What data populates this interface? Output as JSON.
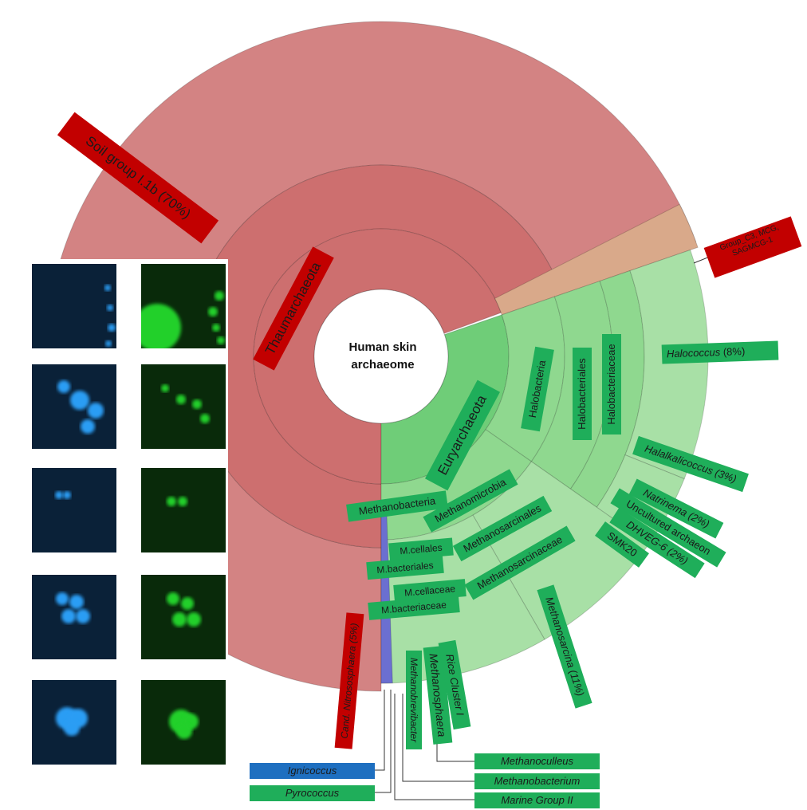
{
  "center": {
    "line1": "Human skin",
    "line2": "archaeome"
  },
  "colors": {
    "thaum_outer": "#d38383",
    "thaum_inner": "#cd6f6f",
    "eury_inner": "#6fcd78",
    "eury_mid": "#8fd88f",
    "eury_outer": "#a8e0a6",
    "other_group": "#d9a98a",
    "label_green": "#1fae5a",
    "label_red": "#c20000",
    "label_blue": "#1e6fc0",
    "dapi_blue": "#2a9df4",
    "fish_green": "#22d02a"
  },
  "labels": {
    "soil": "Soil group I.1b (70%)",
    "thaum": "Thaumarchaeota",
    "group_c3_line1": "Group_C3, MCG,",
    "group_c3_line2": "SAGMCG-1",
    "eury": "Euryarchaeota",
    "halobacteria": "Halobacteria",
    "halobacteriales": "Halobacteriales",
    "halobacteriaceae": "Halobacteriaceae",
    "halococcus_name": "Halococcus",
    "halococcus_pct": "(8%)",
    "halalkalicoccus": "Halalkalicoccus (3%)",
    "natrinema": "Natrinema (2%)",
    "uncultured": "Uncultured archaeon",
    "dhveg": "DHVEG-6  (2%)",
    "smk20": "SMK20",
    "methanobacteria": "Methanobacteria",
    "methanomicrobia": "Methanomicrobia",
    "methanosarcinales": "Methanosarcinales",
    "mcellales": "M.cellales",
    "mbacteriales": "M.bacteriales",
    "methanosarcinaceae": "Methanosarcinaceae",
    "mcellaceae": "M.cellaceae",
    "mbacteriaceae": "M.bacteriaceae",
    "methanosarcina": "Methanosarcina (11%)",
    "nitrososphaera": "Cand. Nitrososphaera (5%)",
    "methanobrevibacter": "Methanobrevibacter",
    "methanosphaera": "Methanosphaera",
    "rice_cluster": "Rice Cluster I",
    "ignicoccus": "Ignicoccus",
    "pyrococcus": "Pyrococcus",
    "methanoculleus": "Methanoculleus",
    "methanobacterium": "Methanobacterium",
    "marine_group": "Marine Group II"
  }
}
